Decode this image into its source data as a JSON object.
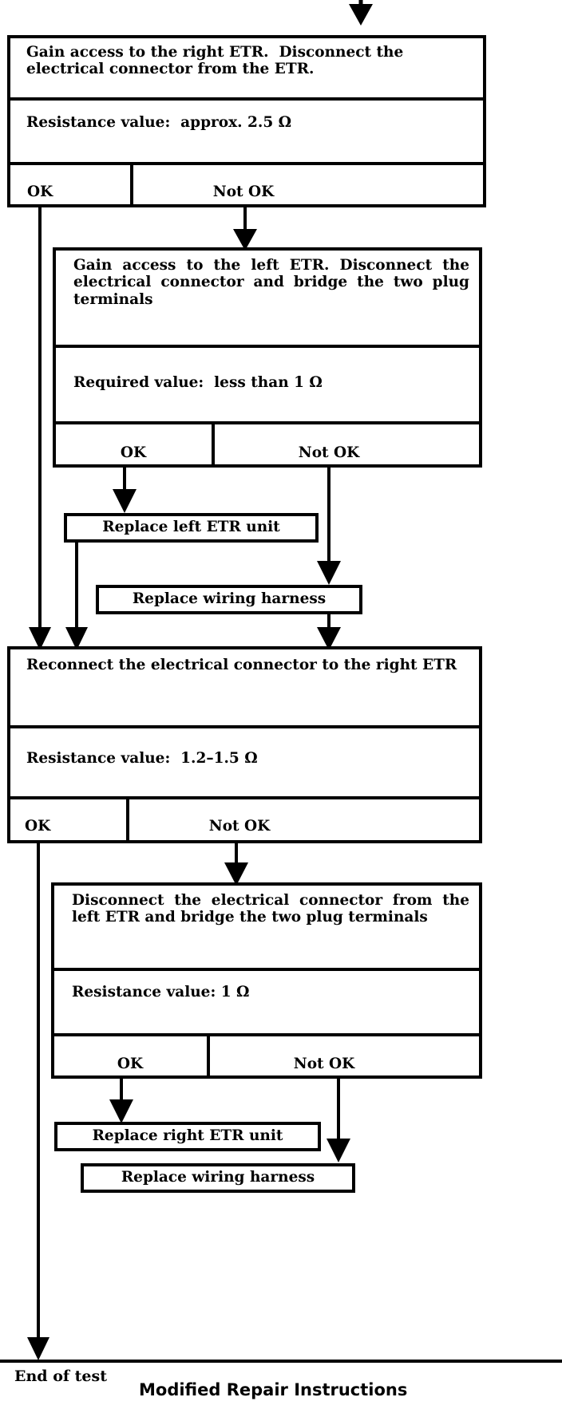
{
  "diagram": {
    "title": "Modified Repair Instructions",
    "end_label": "End of test",
    "type": "flowchart",
    "steps": [
      {
        "id": "step1",
        "instruction": "Gain access to the right ETR.  Disconnect the electrical connector from the ETR.",
        "measurement": "Resistance value:  approx. 2.5 Ω",
        "branches": [
          {
            "label": "OK",
            "align": "left"
          },
          {
            "label": "Not OK",
            "align": "center"
          }
        ]
      },
      {
        "id": "step2",
        "instruction": "Gain access to the left ETR. Disconnect the electrical connector and bridge the two plug terminals",
        "measurement": "Required value:  less than 1 Ω",
        "branches": [
          {
            "label": "OK",
            "align": "center"
          },
          {
            "label": "Not OK",
            "align": "center"
          }
        ]
      },
      {
        "id": "step3",
        "instruction": "Reconnect the electrical connector to the right ETR",
        "measurement": "Resistance value:  1.2–1.5 Ω",
        "branches": [
          {
            "label": "OK",
            "align": "left"
          },
          {
            "label": "Not OK",
            "align": "center"
          }
        ]
      },
      {
        "id": "step4",
        "instruction": "Disconnect the electrical connector from the left ETR and bridge the two plug terminals",
        "measurement": "Resistance value: 1 Ω",
        "branches": [
          {
            "label": "OK",
            "align": "center"
          },
          {
            "label": "Not OK",
            "align": "center"
          }
        ]
      }
    ],
    "actions": [
      {
        "id": "act-left-etr",
        "label": "Replace left ETR unit"
      },
      {
        "id": "act-harness-upper",
        "label": "Replace wiring harness"
      },
      {
        "id": "act-right-etr",
        "label": "Replace right ETR unit"
      },
      {
        "id": "act-harness-lower",
        "label": "Replace wiring harness"
      }
    ],
    "colors": {
      "stroke": "#000000",
      "fill": "#ffffff",
      "text": "#000000"
    }
  }
}
